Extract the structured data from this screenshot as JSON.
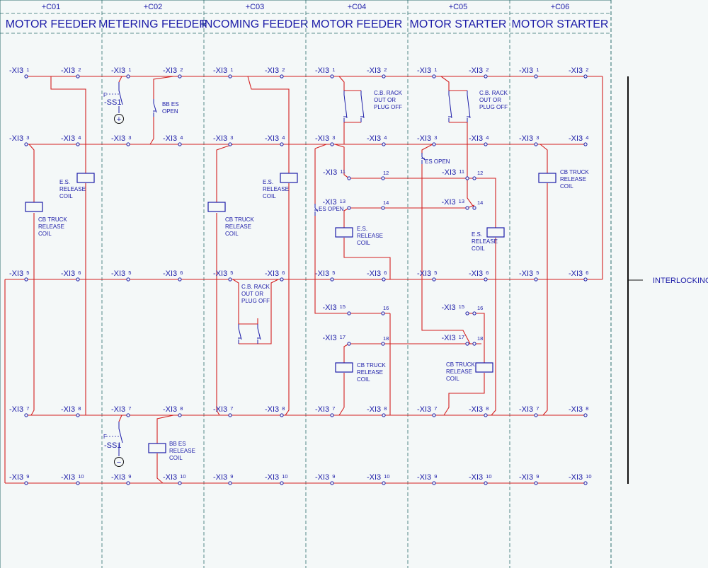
{
  "columns": [
    {
      "code": "+C01",
      "title": "MOTOR FEEDER"
    },
    {
      "code": "+C02",
      "title": "METERING FEEDER"
    },
    {
      "code": "+C03",
      "title": "INCOMING FEEDER"
    },
    {
      "code": "+C04",
      "title": "MOTOR FEEDER"
    },
    {
      "code": "+C05",
      "title": "MOTOR STARTER"
    },
    {
      "code": "+C06",
      "title": "MOTOR STARTER"
    }
  ],
  "terminal_prefix": "-XI3",
  "terminal_numbers": [
    "1",
    "2",
    "3",
    "4",
    "5",
    "6",
    "7",
    "8",
    "9",
    "10",
    "11",
    "12",
    "13",
    "14",
    "15",
    "16",
    "17",
    "18"
  ],
  "devices": {
    "es_release_coil": [
      "E.S.",
      "RELEASE",
      "COIL"
    ],
    "cb_truck_release_coil": [
      "CB TRUCK",
      "RELEASE",
      "COIL"
    ],
    "cb_rack_out": [
      "C.B. RACK",
      "OUT OR",
      "PLUG OFF"
    ],
    "bb_es_open": [
      "BB ES",
      "OPEN"
    ],
    "bb_es_release_coil": [
      "BB ES",
      "RELEASE",
      "COIL"
    ],
    "es_open": "ES OPEN",
    "selector": "-SS1",
    "plus_sign": "+",
    "minus_sign": "−"
  },
  "side_label": "INTERLOCKING",
  "colors": {
    "wire": "#d42020",
    "text": "#1c1ca8",
    "grid": "#2c6e6e",
    "background": "#f4f8f8",
    "symbol": "#1c1ca8"
  }
}
